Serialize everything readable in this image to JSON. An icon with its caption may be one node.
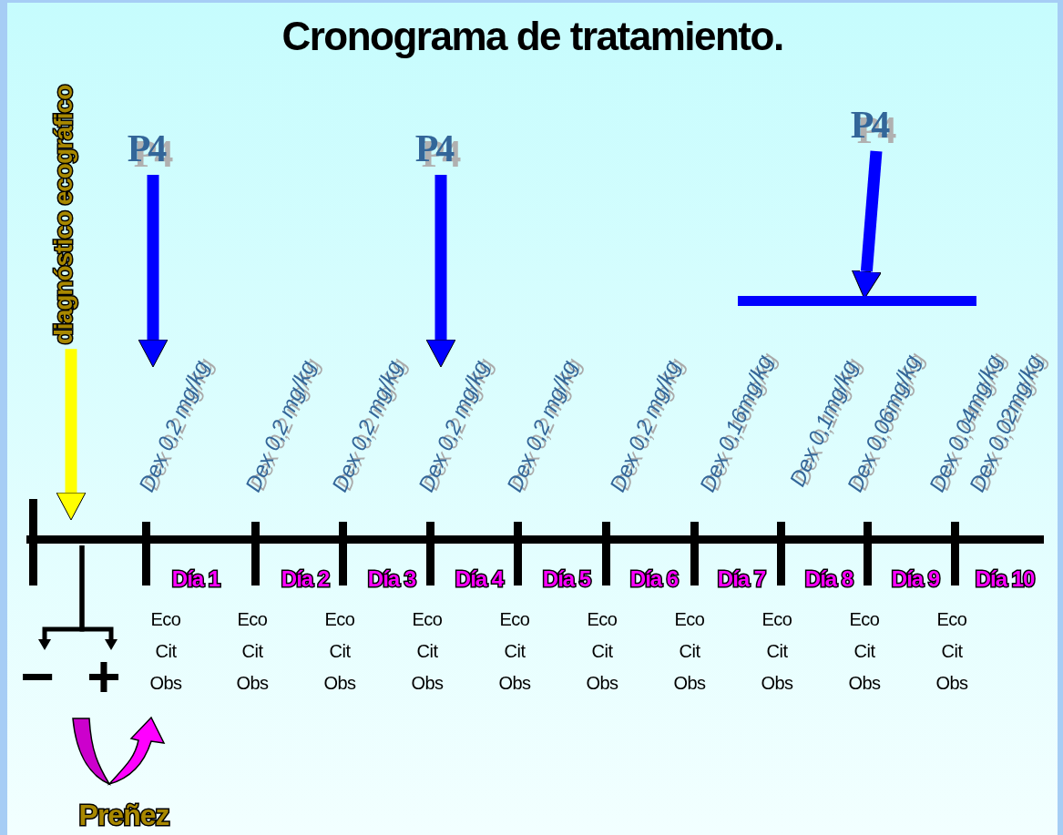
{
  "diagram": {
    "title": "Cronograma de tratamiento.",
    "nodes": [
      {
        "text": [
          "diagnóstico ecográfico"
        ]
      },
      {
        "text": [
          "P4"
        ]
      },
      {
        "text": [
          "P4"
        ]
      },
      {
        "text": [
          "P4"
        ]
      },
      {
        "text": [],
        "shape": "bar"
      },
      {
        "text": [
          "−"
        ]
      },
      {
        "text": [
          "+"
        ]
      }
    ],
    "edges": [
      {
        "from": 1,
        "to": null,
        "arrow": "to",
        "color": "#0000ff"
      },
      {
        "from": 2,
        "to": null,
        "arrow": "to",
        "color": "#0000ff"
      },
      {
        "from": 3,
        "to": 4,
        "arrow": "to",
        "color": "#0000ff"
      },
      {
        "from": 0,
        "to": null,
        "arrow": "to",
        "color": "#ffff00"
      },
      {
        "from": null,
        "to": 5,
        "arrow": "to",
        "color": "#000000"
      },
      {
        "from": null,
        "to": 6,
        "arrow": "to",
        "color": "#000000"
      }
    ],
    "labels": [
      "Dex 0,2 mg/kg",
      "Dex 0,2 mg/kg",
      "Dex 0,2 mg/kg",
      "Dex 0,2 mg/kg",
      "Dex 0,2 mg/kg",
      "Dex 0,2 mg/kg",
      "Dex 0,16mg/kg",
      "Dex 0,1mg/kg",
      "Dex 0,06mg/kg",
      "Dex 0,04mg/kg",
      "Dex 0,02mg/kg",
      "Día 1",
      "Día 2",
      "Día 3",
      "Día 4",
      "Día 5",
      "Día 6",
      "Día 7",
      "Día 8",
      "Día 9",
      "Día 10",
      "Eco",
      "Eco",
      "Eco",
      "Eco",
      "Eco",
      "Eco",
      "Eco",
      "Eco",
      "Eco",
      "Eco",
      "Cit",
      "Cit",
      "Cit",
      "Cit",
      "Cit",
      "Cit",
      "Cit",
      "Cit",
      "Cit",
      "Cit",
      "Obs",
      "Obs",
      "Obs",
      "Obs",
      "Obs",
      "Obs",
      "Obs",
      "Obs",
      "Obs",
      "Obs",
      "Preñez"
    ]
  }
}
